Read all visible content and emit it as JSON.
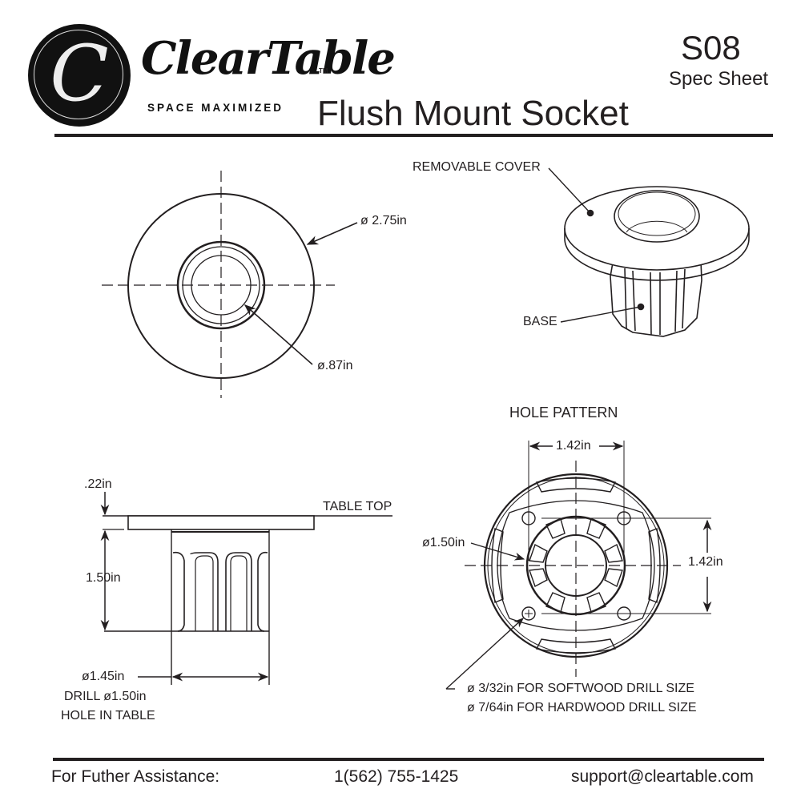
{
  "header": {
    "brand_name": "ClearTable",
    "brand_initial": "C",
    "trademark": "TM",
    "tagline": "SPACE MAXIMIZED",
    "product_title": "Flush Mount Socket",
    "product_code": "S08",
    "document_type": "Spec Sheet"
  },
  "top_view": {
    "outer_diameter_label": "ø 2.75in",
    "inner_diameter_label": "ø.87in"
  },
  "iso_view": {
    "cover_label": "REMOVABLE COVER",
    "base_label": "BASE"
  },
  "side_view": {
    "flange_thickness_label": ".22in",
    "table_top_label": "TABLE TOP",
    "height_label": "1.50in",
    "body_diameter_label": "ø1.45in",
    "drill_label": "DRILL  ø1.50in",
    "hole_label": "HOLE IN TABLE"
  },
  "hole_pattern": {
    "title": "HOLE PATTERN",
    "horizontal_spacing_label": "1.42in",
    "vertical_spacing_label": "1.42in",
    "center_diameter_label": "ø1.50in",
    "softwood_note": "ø 3/32in FOR SOFTWOOD DRILL SIZE",
    "hardwood_note": "ø 7/64in FOR HARDWOOD DRILL SIZE"
  },
  "footer": {
    "assistance_label": "For Futher Assistance:",
    "phone": "1(562) 755-1425",
    "email": "support@cleartable.com"
  }
}
